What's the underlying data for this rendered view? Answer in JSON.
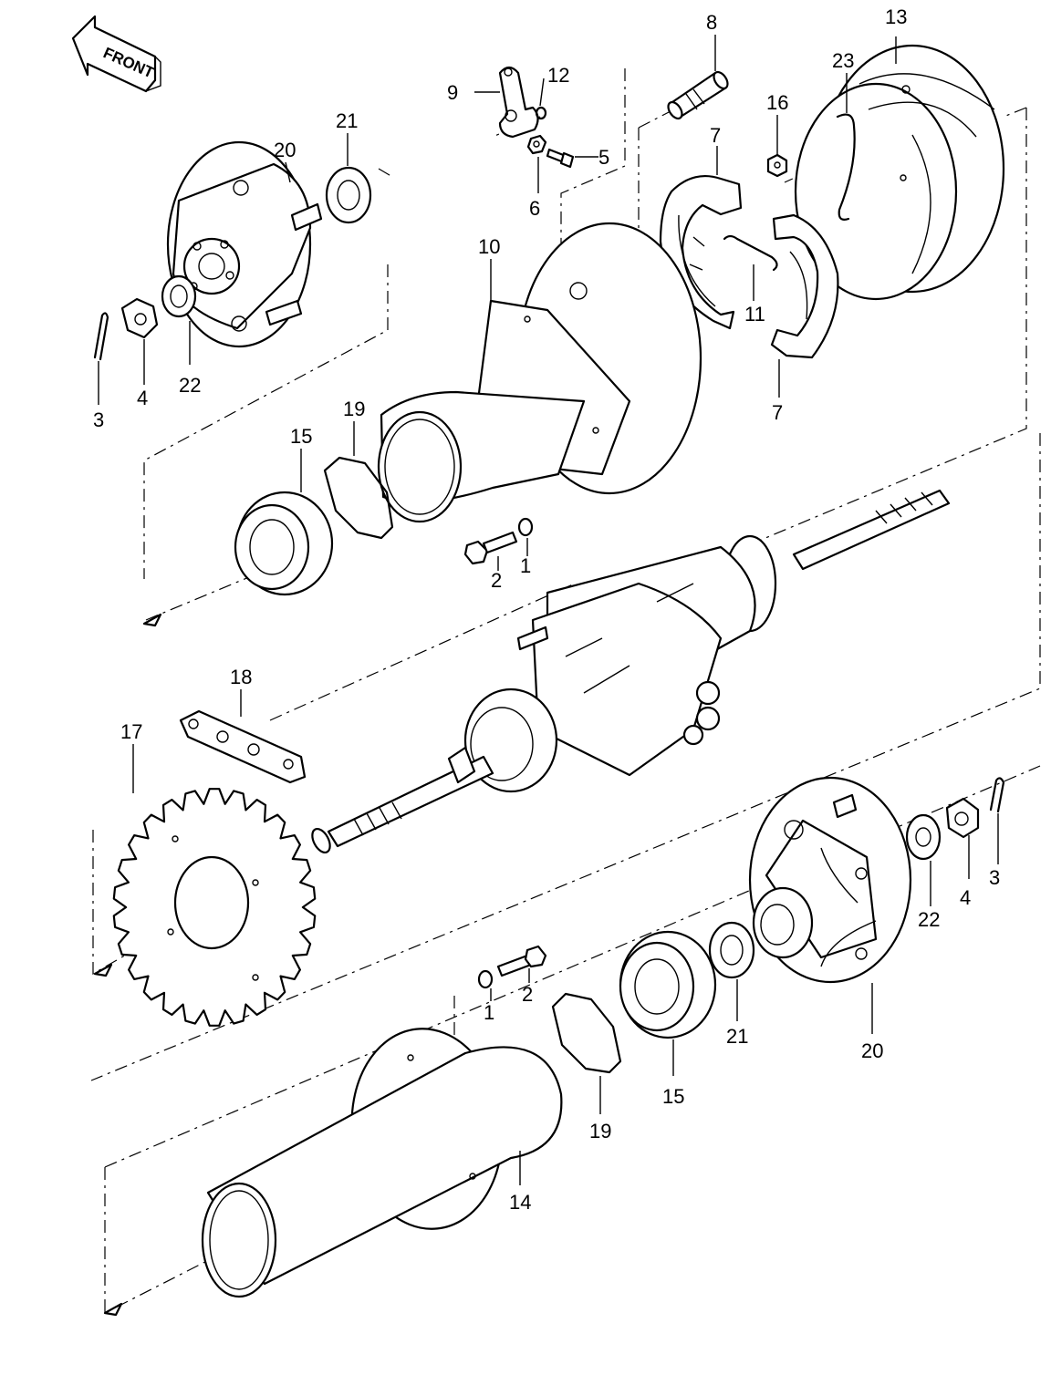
{
  "front_label": "FRONT",
  "callouts": [
    {
      "id": "c8",
      "text": "8"
    },
    {
      "id": "c13",
      "text": "13"
    },
    {
      "id": "c9",
      "text": "9"
    },
    {
      "id": "c12",
      "text": "12"
    },
    {
      "id": "c23",
      "text": "23"
    },
    {
      "id": "c16",
      "text": "16"
    },
    {
      "id": "c21a",
      "text": "21"
    },
    {
      "id": "c20a",
      "text": "20"
    },
    {
      "id": "c5",
      "text": "5"
    },
    {
      "id": "c6",
      "text": "6"
    },
    {
      "id": "c7a",
      "text": "7"
    },
    {
      "id": "c10",
      "text": "10"
    },
    {
      "id": "c11",
      "text": "11"
    },
    {
      "id": "c4a",
      "text": "4"
    },
    {
      "id": "c22a",
      "text": "22"
    },
    {
      "id": "c3a",
      "text": "3"
    },
    {
      "id": "c7b",
      "text": "7"
    },
    {
      "id": "c19a",
      "text": "19"
    },
    {
      "id": "c15a",
      "text": "15"
    },
    {
      "id": "c2a",
      "text": "2"
    },
    {
      "id": "c1a",
      "text": "1"
    },
    {
      "id": "c18",
      "text": "18"
    },
    {
      "id": "c17",
      "text": "17"
    },
    {
      "id": "c3b",
      "text": "3"
    },
    {
      "id": "c22b",
      "text": "22"
    },
    {
      "id": "c4b",
      "text": "4"
    },
    {
      "id": "c2b",
      "text": "2"
    },
    {
      "id": "c1b",
      "text": "1"
    },
    {
      "id": "c21b",
      "text": "21"
    },
    {
      "id": "c20b",
      "text": "20"
    },
    {
      "id": "c15b",
      "text": "15"
    },
    {
      "id": "c19b",
      "text": "19"
    },
    {
      "id": "c14",
      "text": "14"
    }
  ]
}
